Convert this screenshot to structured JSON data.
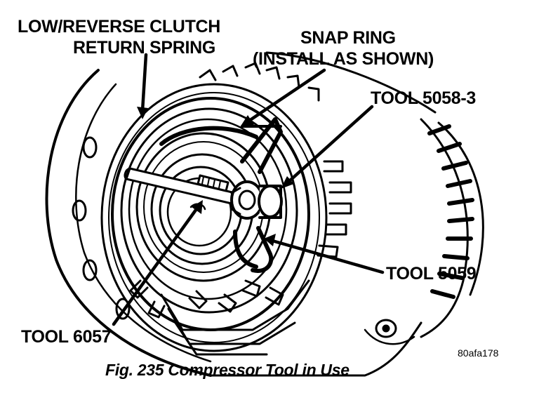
{
  "labels": {
    "return_spring_line1": "LOW/REVERSE CLUTCH",
    "return_spring_line2": "RETURN SPRING",
    "snap_ring_line1": "SNAP RING",
    "snap_ring_line2": "(INSTALL AS SHOWN)",
    "tool_5058_3": "TOOL 5058-3",
    "tool_5059": "TOOL 5059",
    "tool_6057": "TOOL 6057"
  },
  "figure_ref": "80afa178",
  "caption": "Fig. 235 Compressor Tool in Use",
  "colors": {
    "ink": "#000000",
    "paper": "#ffffff"
  }
}
